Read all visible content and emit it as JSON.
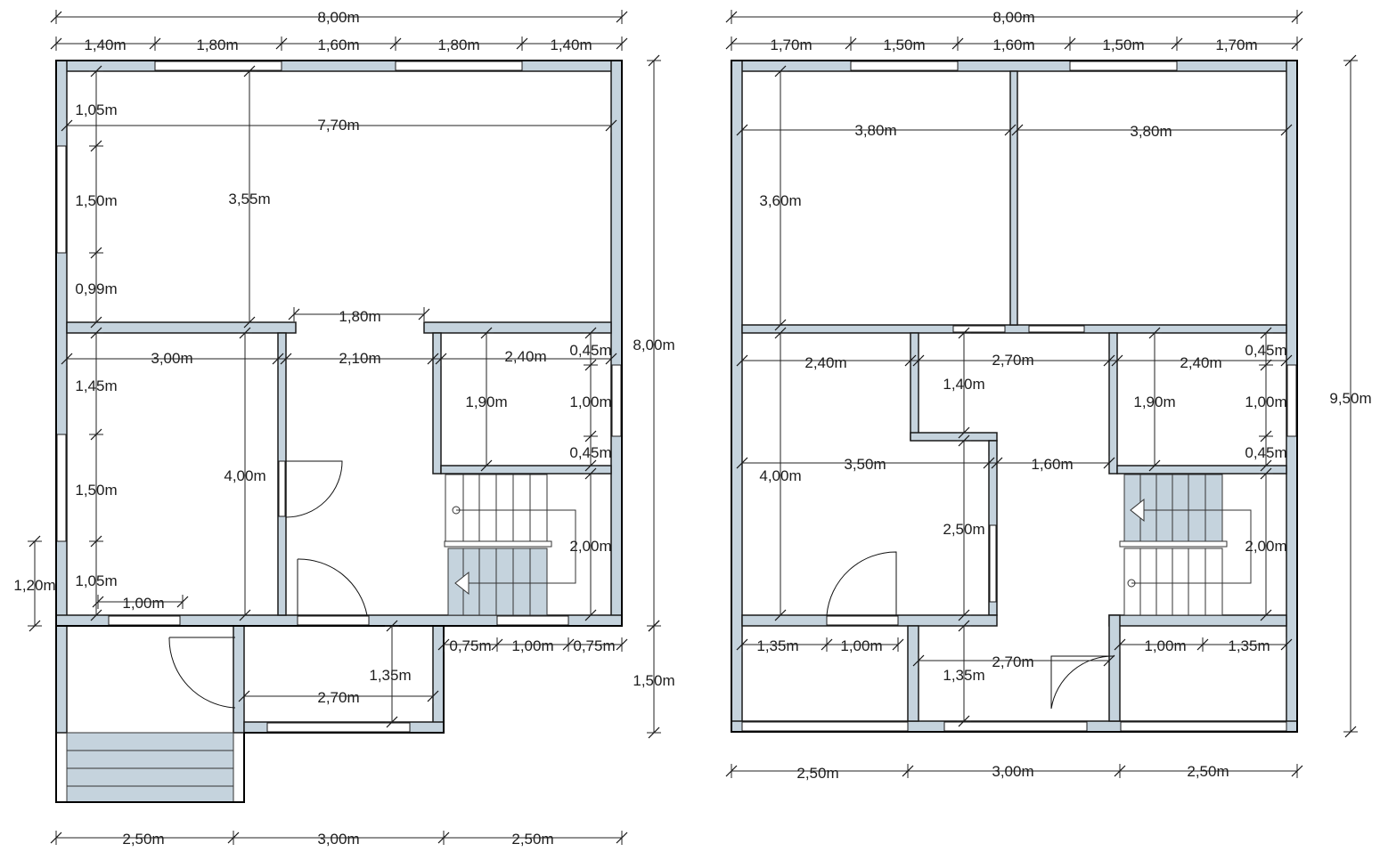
{
  "colors": {
    "wall_fill": "#c5d3dd",
    "line": "#1a1a1a",
    "background": "#ffffff"
  },
  "plan_left": {
    "labels": {
      "top_total": "8,00m",
      "top_seg1": "1,40m",
      "top_seg2": "1,80m",
      "top_seg3": "1,60m",
      "top_seg4": "1,80m",
      "top_seg5": "1,40m",
      "room_width": "7,70m",
      "room_height": "3,55m",
      "win_a": "1,05m",
      "win_b": "1,50m",
      "win_c": "0,99m",
      "opening": "1,80m",
      "mid_a": "3,00m",
      "mid_b": "2,10m",
      "mid_c": "2,40m",
      "right_a": "0,45m",
      "right_b": "1,00m",
      "right_c": "0,45m",
      "bath_h": "1,90m",
      "side_a": "1,45m",
      "side_b": "1,50m",
      "side_c": "1,05m",
      "left_room_h": "4,00m",
      "porch_h": "1,20m",
      "bottom_win": "1,00m",
      "stair_h": "2,00m",
      "right_total": "8,00m",
      "right_ext": "1,50m",
      "under_a": "0,75m",
      "under_b": "1,00m",
      "under_c": "0,75m",
      "porch_depth": "1,35m",
      "porch_width": "2,70m",
      "bot_a": "2,50m",
      "bot_b": "3,00m",
      "bot_c": "2,50m"
    }
  },
  "plan_right": {
    "labels": {
      "top_total": "8,00m",
      "top_seg1": "1,70m",
      "top_seg2": "1,50m",
      "top_seg3": "1,60m",
      "top_seg4": "1,50m",
      "top_seg5": "1,70m",
      "room1_w": "3,80m",
      "room2_w": "3,80m",
      "room_h": "3,60m",
      "mid_a": "2,40m",
      "mid_b": "2,70m",
      "mid_c": "2,40m",
      "hall_h": "1,40m",
      "right_a": "0,45m",
      "right_b": "1,00m",
      "right_c": "0,45m",
      "bath_h": "1,90m",
      "left_room_h": "4,00m",
      "room_w": "3,50m",
      "hall_w": "1,60m",
      "hall_depth": "2,50m",
      "stair_h": "2,00m",
      "right_total": "9,50m",
      "low_a": "1,35m",
      "low_b": "1,00m",
      "low_c": "2,70m",
      "low_d": "1,35m",
      "low_e": "1,00m",
      "low_f": "1,35m",
      "bot_a": "2,50m",
      "bot_b": "3,00m",
      "bot_c": "2,50m"
    }
  }
}
